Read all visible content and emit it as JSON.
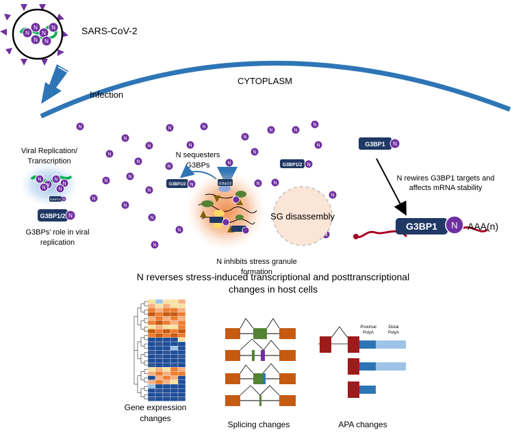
{
  "virus": {
    "name": "SARS-CoV-2",
    "n_label": "N"
  },
  "compartment": "CYTOPLASM",
  "infection": "Infection",
  "left_panel": {
    "replication_line1": "Viral Replication/",
    "replication_line2": "Transcription",
    "g3bp_small": "G3BP1/2",
    "g3bp_box": "G3BP1/2",
    "role_line1": "G3BPs’  role in viral",
    "role_line2": "replication"
  },
  "middle_panel": {
    "sequesters_line1": "N sequesters",
    "sequesters_line2": "G3BPs",
    "g3bp_label": "G3BP1/2",
    "g3bp_label_right": "G3BP1/2",
    "granule_small": "G3bp1/2",
    "sg_disassembly": "SG disassembly",
    "inhibits_line1": "N inhibits stress granule",
    "inhibits_line2": "formation"
  },
  "right_panel": {
    "g3bp1_small": "G3BP1",
    "rewires_line1": "N rewires G3BP1 targets and",
    "rewires_line2": "affects mRNA stability",
    "g3bp1_big": "G3BP1",
    "polya": "AAA(n)"
  },
  "bottom": {
    "title_line1": "N reverses stress-induced transcriptional and posttranscriptional",
    "title_line2": "changes in host cells",
    "gene_expr_line1": "Gene expression",
    "gene_expr_line2": "changes",
    "splicing": "Splicing changes",
    "apa": "APA  changes",
    "proximal_line1": "Proximal",
    "proximal_line2": "PolyA",
    "distal_line1": "Distal",
    "distal_line2": "PolyA"
  },
  "colors": {
    "membrane": "#2e75b6",
    "n_protein": "#7030a0",
    "g3bp": "#1f3864",
    "rna": "#00b050",
    "granule": "#f4b183",
    "mrna": "#a50021",
    "exon_orange": "#c55a11",
    "exon_green": "#548235",
    "apa_dark": "#9e1b1b",
    "apa_blue": "#2e75b6",
    "apa_light": "#9dc3e6"
  }
}
